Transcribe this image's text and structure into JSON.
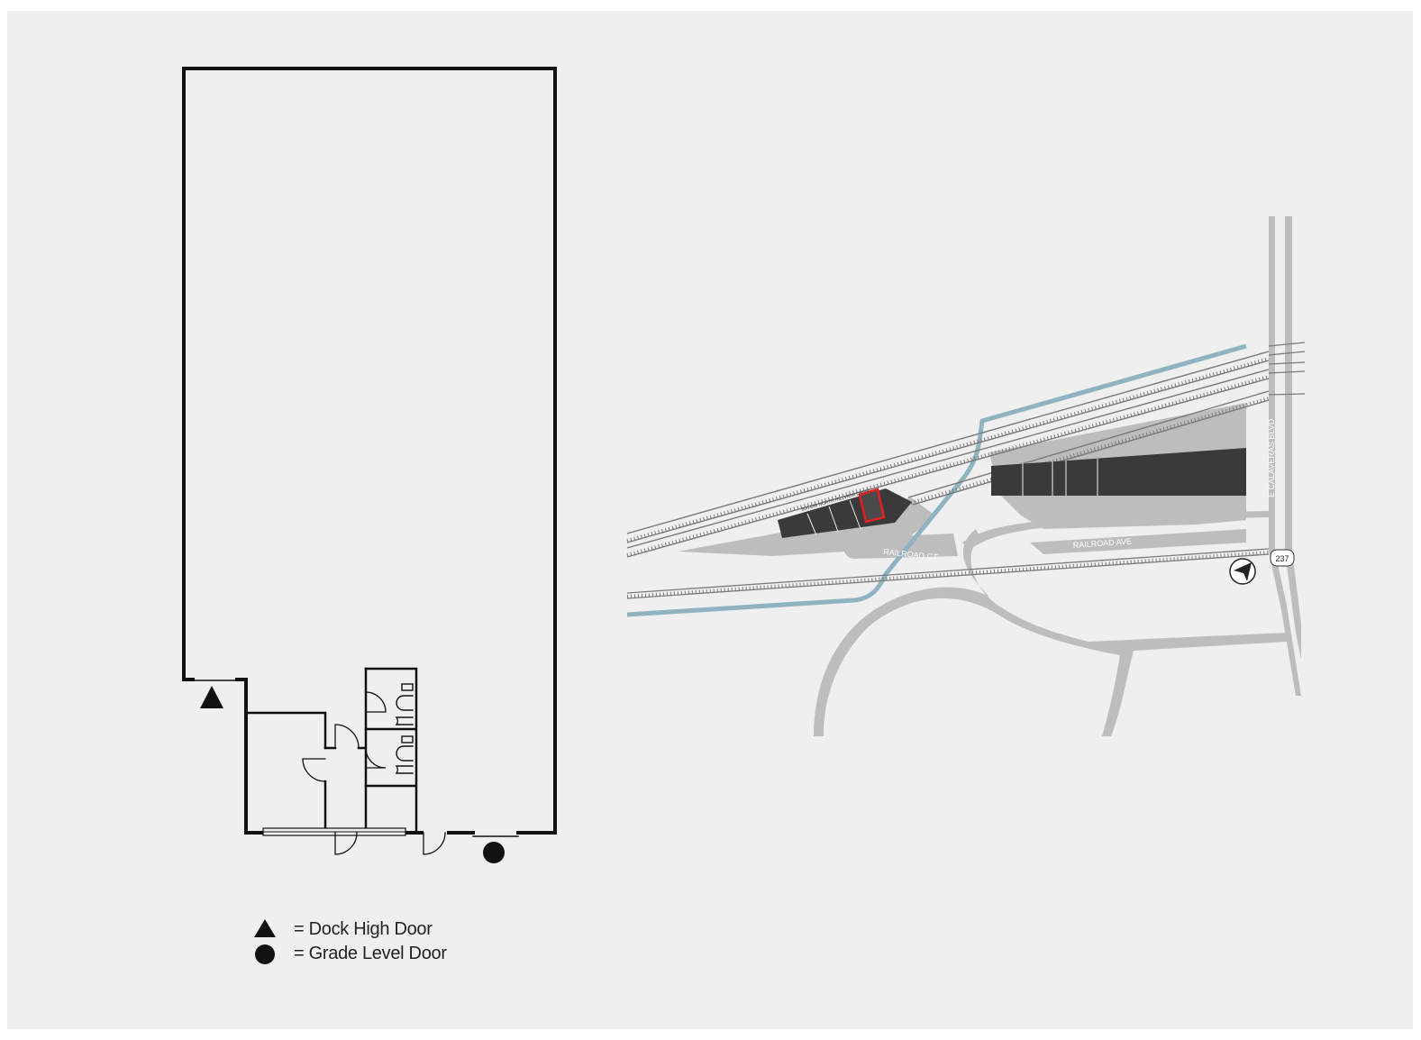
{
  "legend": {
    "dock": "= Dock High Door",
    "grade": "= Grade Level Door"
  },
  "map": {
    "street_railroad_ct": "RAILROAD CT",
    "street_railroad_ave": "RAILROAD AVE",
    "street_calaveras": "E CALAVERAS BLVD",
    "highway_shield": "237",
    "building_label": "800-898 NORTH HILLVIEW DRIVE"
  },
  "colors": {
    "background": "#efefef",
    "wall": "#111111",
    "road": "#bdbdbd",
    "building": "#3a3a3a",
    "highlight": "#e32020",
    "creek": "#8fb3c0"
  },
  "icons": {
    "dock": "triangle-icon",
    "grade": "circle-icon",
    "north": "north-arrow-icon"
  }
}
